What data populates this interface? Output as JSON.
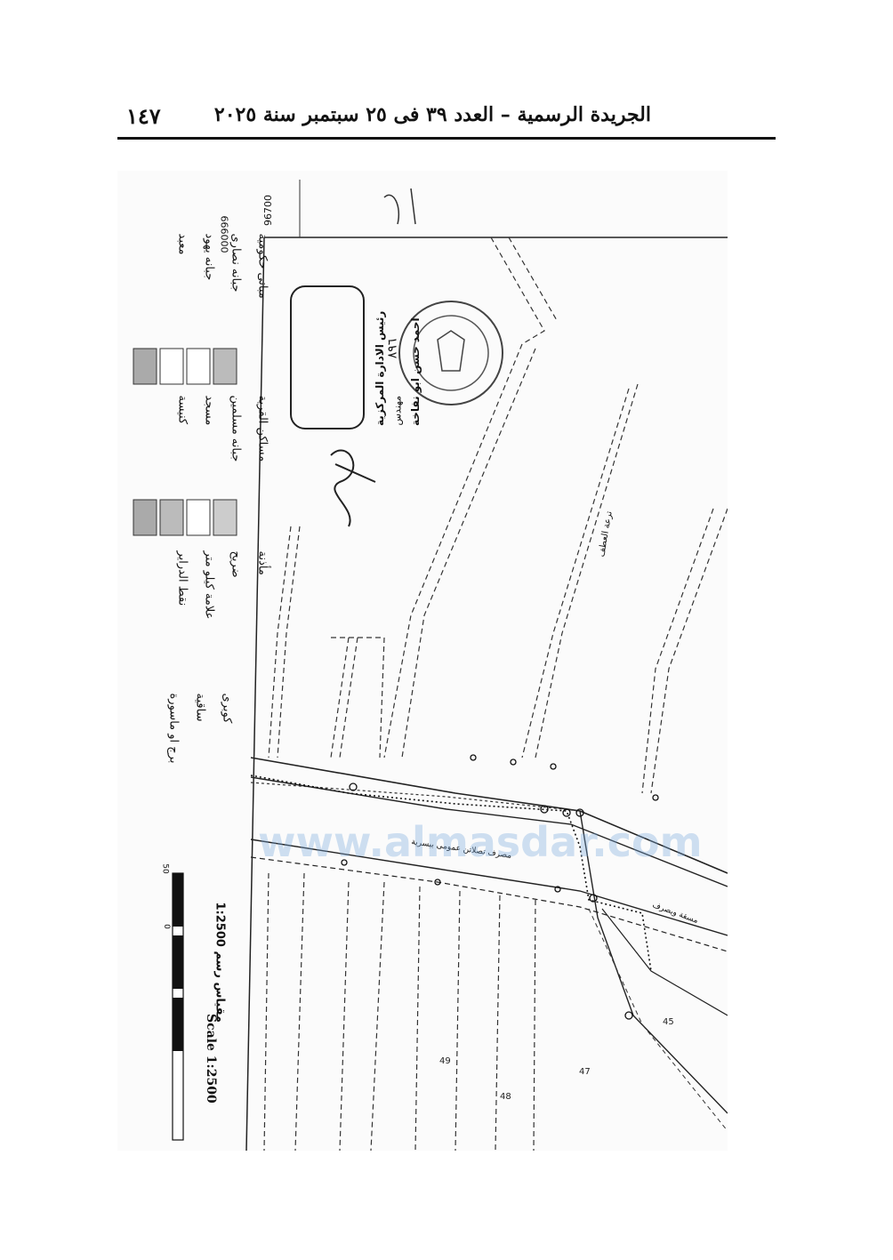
{
  "header": {
    "title": "الجريدة الرسمية – العدد ٣٩ فى ٢٥ سبتمبر سنة ٢٠٢٥",
    "page_number": "١٤٧"
  },
  "map": {
    "grid_top": "000999",
    "grid_side": "96700",
    "legend": {
      "col1": [
        "مبانى حكومية",
        "جبانه نصارى",
        "جبانه يهود",
        "معبد"
      ],
      "col2": [
        "مساكن القرية",
        "جبانه مسلمين",
        "مسجد",
        "كنيسة"
      ],
      "col3": [
        "مأذنة",
        "ضريح",
        "علامة كيلو متر",
        "نقط الدراير"
      ],
      "col4": [
        "كوبرى",
        "ساقية",
        "برج او ماسورة"
      ]
    },
    "scale": {
      "arabic": "مقياس رسم 1:2500",
      "english": "Scale 1:2500",
      "ticks": [
        "50",
        "0"
      ]
    },
    "stamp": {
      "text_lines": [
        "رئيس الادارة المركزية",
        "مهندس",
        "احمد حسن ابو نفاخة"
      ],
      "seal_number": "٨٩٦"
    },
    "roads": {
      "label_main": "مصرف تصلاتن عمومى بيسرية",
      "label_side": "مسقة وبصرف",
      "label_canal": "ترعة العطف"
    },
    "parcels": [
      "49",
      "48",
      "47",
      "45"
    ],
    "watermark_url": "www.almasdar.com"
  }
}
